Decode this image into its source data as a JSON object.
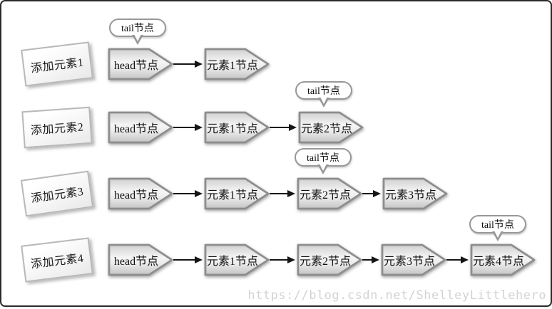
{
  "diagram": {
    "description_labels": [
      "添加元素1",
      "添加元素2",
      "添加元素3",
      "添加元素4"
    ],
    "rows": [
      {
        "label": "添加元素1",
        "nodes": [
          "head节点",
          "元素1节点"
        ],
        "tail_label": "tail节点",
        "tail_over_index": 0
      },
      {
        "label": "添加元素2",
        "nodes": [
          "head节点",
          "元素1节点",
          "元素2节点"
        ],
        "tail_label": "tail节点",
        "tail_over_index": 2
      },
      {
        "label": "添加元素3",
        "nodes": [
          "head节点",
          "元素1节点",
          "元素2节点",
          "元素3节点"
        ],
        "tail_label": "tail节点",
        "tail_over_index": 2
      },
      {
        "label": "添加元素4",
        "nodes": [
          "head节点",
          "元素1节点",
          "元素2节点",
          "元素3节点",
          "元素4节点"
        ],
        "tail_label": "tail节点",
        "tail_over_index": 4
      }
    ]
  },
  "watermark": {
    "text": "https://blog.csdn.net/ShelleyLittlehero"
  },
  "colors": {
    "frame_border": "#2a2a2a",
    "node_border": "#8d8d8d",
    "node_fill_top": "#d3d3d3",
    "node_fill_mid": "#f5f5f5",
    "node_fill_bottom": "#c7c7c7",
    "arrow": "#151515",
    "callout_border": "#989898",
    "label_border": "#b8b8b8",
    "watermark_text": "#d3d3d3"
  }
}
